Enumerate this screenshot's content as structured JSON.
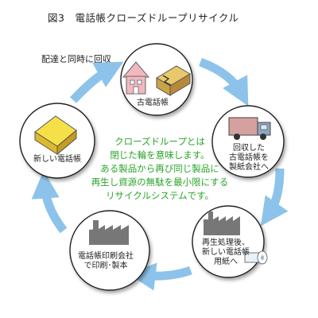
{
  "title": "図3　電話帳クローズドループリサイクル",
  "note": "配達と同時に回収",
  "center_text": [
    "クローズドループとは",
    "閉じた輪を意味します。",
    "ある製品から再び同じ製品に",
    "再生し資源の無駄を最小限にする",
    "リサイクルシステムです。"
  ],
  "nodes": {
    "old_book": {
      "label": [
        "古電話帳"
      ]
    },
    "truck": {
      "label": [
        "回収した",
        "古電話帳を",
        "製紙会社へ"
      ]
    },
    "paper": {
      "label": [
        "再生処理後、",
        "新しい電話帳",
        "用紙へ"
      ]
    },
    "printing": {
      "label": [
        "電話帳印刷会社",
        "で印刷･製本"
      ]
    },
    "new_book": {
      "label": [
        "新しい電話帳"
      ]
    }
  },
  "colors": {
    "arrow": "#8dc3ea",
    "center_text": "#2aa52a",
    "house": "#f2b8c0",
    "book_yellow": "#f6e04a",
    "factory": "#777777",
    "truck_cargo": "#d4a19e",
    "truck_cab": "#8da7c2"
  }
}
